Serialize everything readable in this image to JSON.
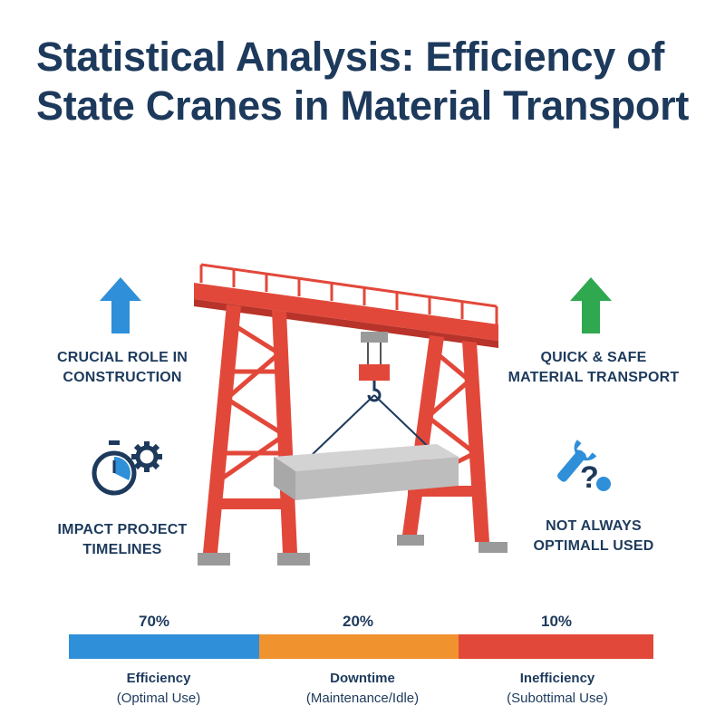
{
  "title": "Statistical Analysis: Efficiency of State Cranes in Material Transport",
  "left": {
    "top_label": "CRUCIAL ROLE IN\nCONSTRUCTION",
    "top_icon": "arrow-up-icon",
    "bottom_label": "IMPACT PROJECT\nTIMELINES",
    "bottom_icon": "stopwatch-gear-icon"
  },
  "right": {
    "top_label": "QUICK & SAFE\nMATERIAL TRANSPORT",
    "top_icon": "arrow-up-icon",
    "bottom_label": "NOT ALWAYS\nOPTIMALL USED",
    "bottom_icon": "wrench-question-icon"
  },
  "colors": {
    "title": "#1d3a5c",
    "crane": "#e2483a",
    "efficiency": "#2f8fd8",
    "downtime": "#f0922e",
    "inefficiency": "#e2483a",
    "arrow_left": "#2f8fd8",
    "arrow_right": "#2fa84f"
  },
  "chart_data": {
    "type": "bar",
    "stacked": true,
    "categories": [
      "Efficiency",
      "Downtime",
      "Inefficiency"
    ],
    "values": [
      70,
      20,
      10
    ],
    "value_labels": [
      "70%",
      "20%",
      "10%"
    ],
    "sublabels": [
      "(Optimal Use)",
      "(Maintenance/Idle)",
      "(Subottimal Use)"
    ],
    "colors": [
      "#2f8fd8",
      "#f0922e",
      "#e2483a"
    ]
  }
}
